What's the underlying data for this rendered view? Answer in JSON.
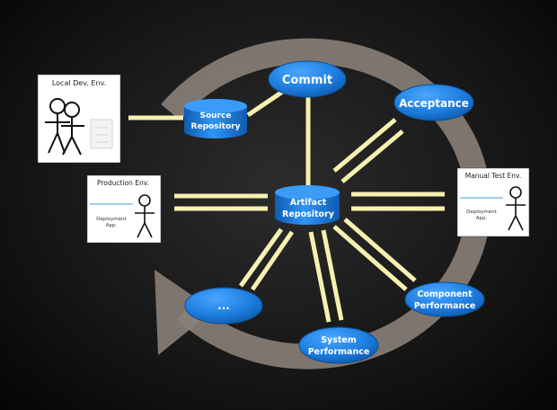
{
  "nodes": {
    "commit": "Commit",
    "acceptance": "Acceptance",
    "source_repository": [
      "Source",
      "Repository"
    ],
    "artifact_repository": [
      "Artifact",
      "Repository"
    ],
    "component_performance": [
      "Component",
      "Performance"
    ],
    "system_performance": [
      "System",
      "Performance"
    ],
    "ellipsis": "..."
  },
  "environments": {
    "local_dev": {
      "title": "Local Dev. Env."
    },
    "production": {
      "title": "Production Env.",
      "app": [
        "Deployment",
        "App."
      ]
    },
    "manual_test": {
      "title": "Manual Test Env.",
      "app": [
        "Deployment",
        "App."
      ]
    }
  },
  "colors": {
    "cycle_arrow": "#8a8178",
    "connector": "#f6f1b0",
    "node_fill": "#1f7fe0",
    "node_text": "#ffffff",
    "card": "#ffffff",
    "app_line": "#9ad3e6"
  }
}
